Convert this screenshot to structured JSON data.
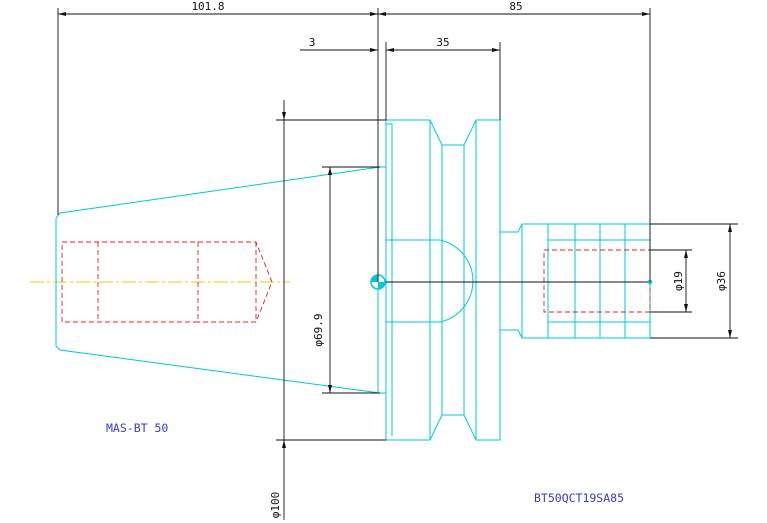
{
  "dimensions": {
    "overall_left": "101.8",
    "overall_right": "85",
    "flange_offset": "3",
    "flange_width": "35",
    "taper_diameter": "φ69.9",
    "flange_diameter": "φ100",
    "bore_diameter": "φ19",
    "shank_diameter": "φ36"
  },
  "labels": {
    "standard": "MAS-BT 50",
    "part_number": "BT50QCT19SA85"
  },
  "colors": {
    "outline": "#00c8d8",
    "dimension": "#111111",
    "hidden": "#e02020",
    "centerline": "#e8d000",
    "text": "#3a3ac8"
  }
}
